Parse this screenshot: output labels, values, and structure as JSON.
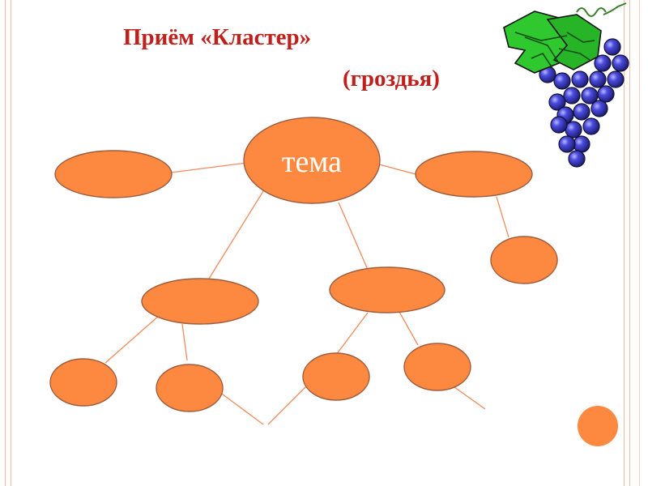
{
  "title": {
    "main": "Приём «Кластер»",
    "sub": "(гроздья)"
  },
  "diagram": {
    "center_label": "тема",
    "colors": {
      "title": "#c0201b",
      "node_fill": "#fd8940",
      "node_stroke": "#9d5c3d",
      "edge": "#f08a5c",
      "frame": "#f3b8a6"
    }
  },
  "decor": {
    "icon": "grape-cluster-icon"
  }
}
